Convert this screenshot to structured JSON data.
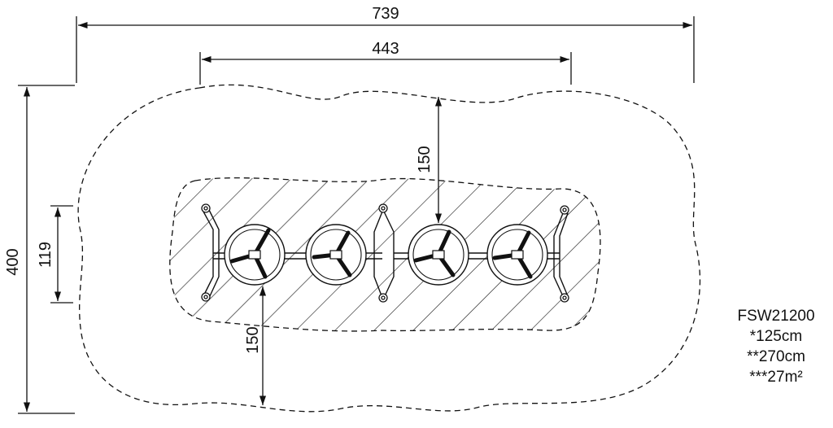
{
  "dimensions": {
    "overall_width": "739",
    "equipment_width": "443",
    "overall_depth": "400",
    "equipment_depth": "119",
    "clearance_top": "150",
    "clearance_bottom": "150"
  },
  "spec": {
    "model": "FSW21200",
    "line1": "*125cm",
    "line2": "**270cm",
    "line3": "***27m²"
  },
  "colors": {
    "line": "#111111",
    "background": "#ffffff"
  }
}
